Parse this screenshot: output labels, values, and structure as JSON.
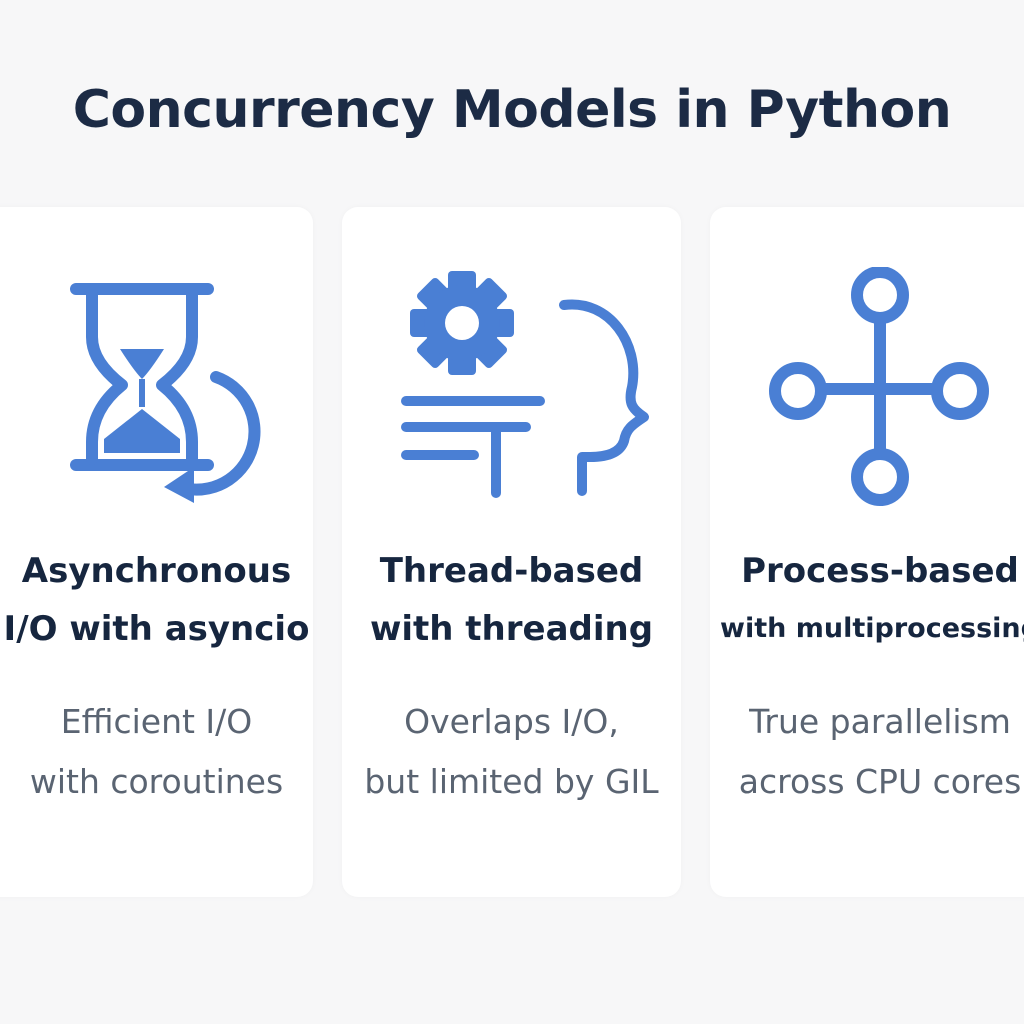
{
  "title": "Concurrency Models in Python",
  "accent_color": "#4a7fd4",
  "cards": [
    {
      "icon": "hourglass-refresh-icon",
      "heading_line1": "Asynchronous",
      "heading_line2": "I/O with asyncio",
      "desc_line1": "Efficient I/O",
      "desc_line2": "with coroutines"
    },
    {
      "icon": "gear-head-threads-icon",
      "heading_line1": "Thread-based",
      "heading_line2": "with threading",
      "desc_line1": "Overlaps I/O,",
      "desc_line2": "but limited by GIL"
    },
    {
      "icon": "network-nodes-icon",
      "heading_line1": "Process-based",
      "heading_line2": "with multiprocessing",
      "desc_line1": "True parallelism",
      "desc_line2": "across CPU cores"
    }
  ]
}
